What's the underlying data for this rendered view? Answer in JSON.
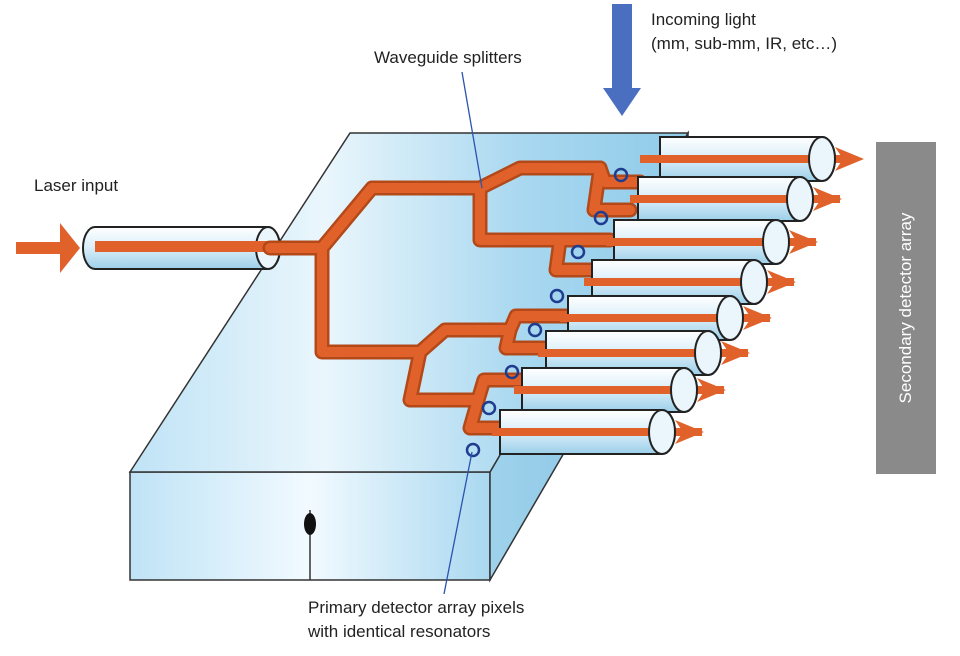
{
  "labels": {
    "incoming_light_line1": "Incoming light",
    "incoming_light_line2": "(mm, sub-mm, IR, etc…)",
    "waveguide_splitters": "Waveguide splitters",
    "laser_input": "Laser input",
    "primary_line1": "Primary detector array pixels",
    "primary_line2": "with identical resonators",
    "secondary_detector": "Secondary detector array"
  },
  "colors": {
    "waveguide": "#e0622a",
    "incoming_arrow": "#4a6fc0",
    "resonator": "#1f3c8f",
    "secondary_box": "#8a8a8a",
    "chip_fill": "#a9d8f0"
  },
  "counts": {
    "output_fibers": 8,
    "resonators": 8
  }
}
